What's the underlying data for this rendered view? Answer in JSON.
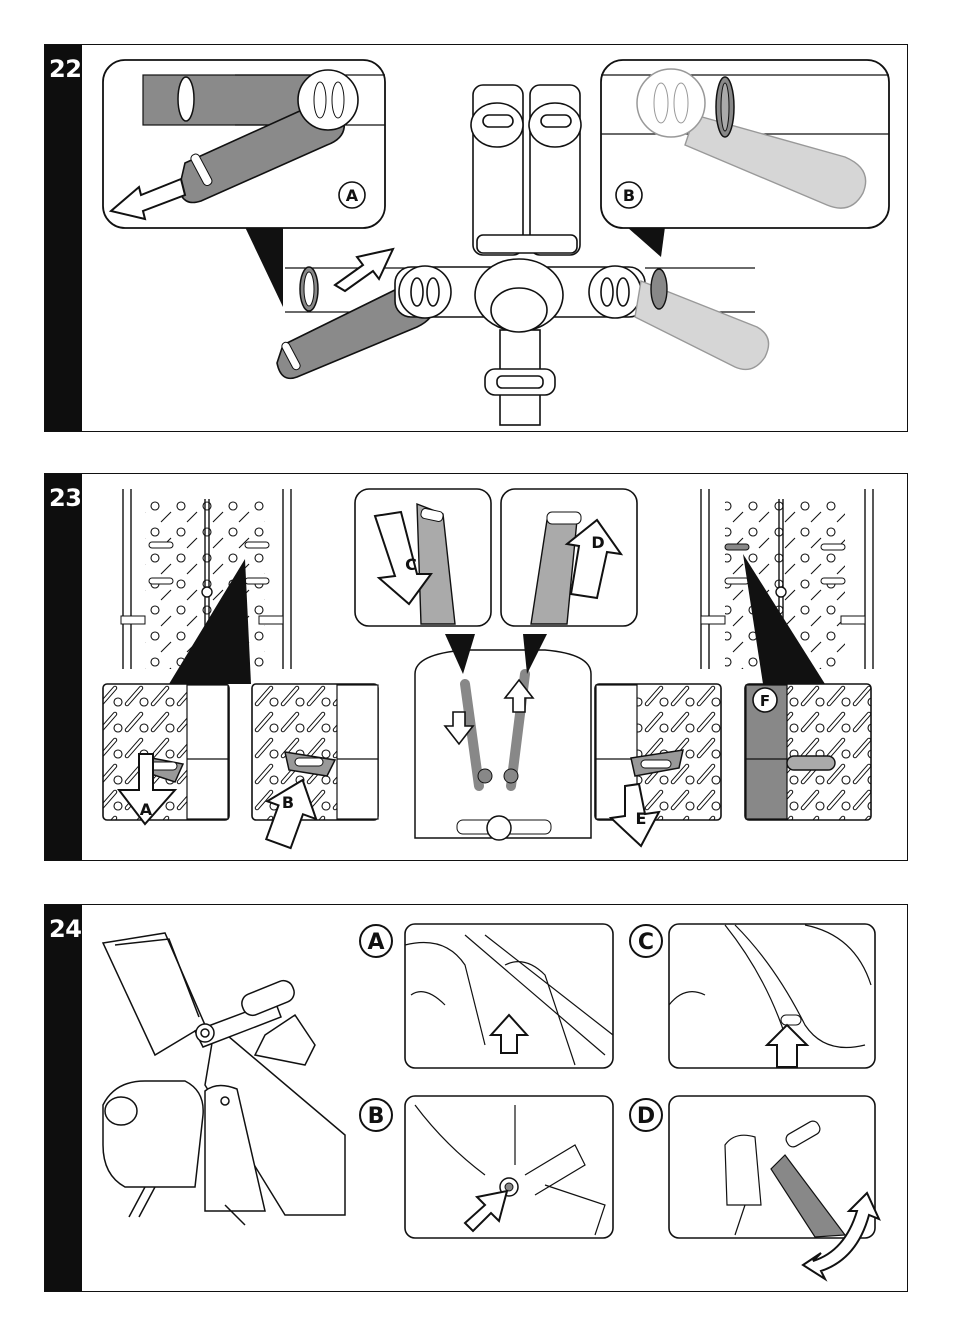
{
  "steps": [
    {
      "number": "22",
      "callouts": [
        "A",
        "B"
      ]
    },
    {
      "number": "23",
      "callouts": [
        "A",
        "B",
        "C",
        "D",
        "E",
        "F"
      ]
    },
    {
      "number": "24",
      "callouts": [
        "A",
        "B",
        "C",
        "D"
      ]
    }
  ]
}
